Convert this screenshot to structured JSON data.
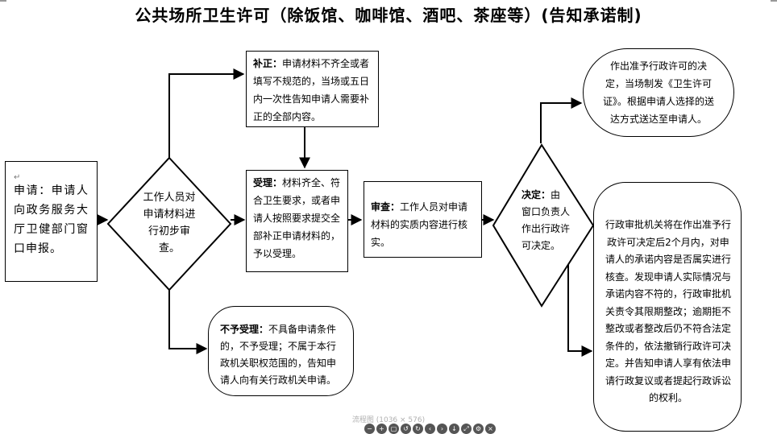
{
  "title": "公共场所卫生许可（除饭馆、咖啡馆、酒吧、茶座等）(告知承诺制)",
  "nodes": {
    "apply": "申请：申请人向政务服务大厅卫健部门窗口申报。",
    "initial_review": "工作人员对申请材料进行初步审查。",
    "supplement_label": "补正：",
    "supplement_text": "申请材料不齐全或者填写不规范的，当场或五日内一次性告知申请人需要补正的全部内容。",
    "accept_label": "受理：",
    "accept_text": "材料齐全、符合卫生要求，或者申请人按照要求提交全部补正申请材料的，予以受理。",
    "reject_label": "不予受理：",
    "reject_text": "不具备申请条件的，不予受理；不属于本行政机关职权范围的，告知申请人向有关行政机关申请。",
    "review_label": "审查：",
    "review_text": "工作人员对申请材料的实质内容进行核实。",
    "decision_label": "决定：",
    "decision_text": "由窗口负责人作出行政许可决定。",
    "grant_text": "作出准予行政许可的决定，当场制发《卫生许可证》。根据申请人选择的送达方式送达至申请人。",
    "verify_text": "行政审批机关将在作出准予行政许可决定后2个月内，对申请人的承诺内容是否属实进行核查。发现申请人实际情况与承诺内容不符的，行政审批机关责令其限期整改；逾期拒不整改或者整改后仍不符合法定条件的，依法撤销行政许可决定。并告知申请人享有依法申请行政复议或者提起行政诉讼的权利。"
  },
  "viewer": {
    "label": "流程图 (1036 × 576)"
  }
}
